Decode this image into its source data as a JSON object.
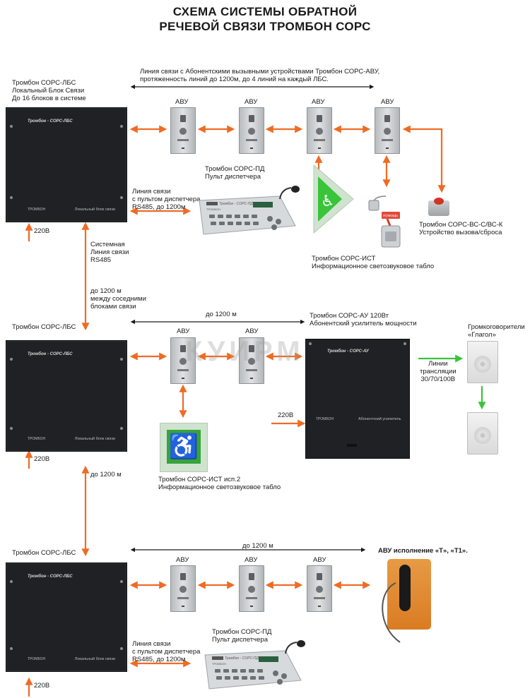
{
  "title": "СХЕМА СИСТЕМЫ  ОБРАТНОЙ\nРЕЧЕВОЙ СВЯЗИ ТРОМБОН СОРС",
  "colors": {
    "orange": "#ef6b24",
    "green": "#39c43a",
    "black": "#1a1a1a"
  },
  "watermark": "КУИРМ",
  "devices": {
    "lbs_brand": "Тромбон - СОРС-ЛБС",
    "lbs_panel_text": "Локальный блок связи",
    "lbs_logo": "ТРОМБОН",
    "avu": "АВУ",
    "amp_brand": "Тромбон - СОРС-АУ",
    "amp_panel_text": "Абонентский усилитель",
    "amp_logo": "ТРОМБОН",
    "console_brand": "Тромбон - СОРС-ПД",
    "console_logo": "ТРОМБОН",
    "badge_text": "ПОМОЩЬ"
  },
  "section1": {
    "lbs_label": "Тромбон СОРС-ЛБС\nЛокальный Блок Связи\nДо 16 блоков в системе",
    "line_label": "Линия связи с Абонентскими вызывными устройствами Тромбон СОРС-АВУ,\nпротяженность линий до 1200м, до 4 линий на каждый ЛБС.",
    "pd_label": "Тромбон СОРС-ПД\nПульт диспетчера",
    "console_line": "Линия связи\nс пультом диспетчера\nRS485, до 1200м",
    "vs_label": "Тромбон СОРС-ВС-С/ВС-К\nУстройство вызова/сброса",
    "ist_label": "Тромбон СОРС-ИСТ\nИнформационное светозвуковое табло",
    "power": "220В"
  },
  "between": {
    "system_line": "Системная\nЛиния связи\nRS485",
    "distance": "до 1200 м\nмежду соседними\nблоками связи",
    "distance2": "до 1200 м"
  },
  "section2": {
    "lbs_label": "Тромбон СОРС-ЛБС",
    "distance": "до 1200 м",
    "amp_label": "Тромбон  СОРС-АУ 120Вт\nАбонентский усилитель мощности",
    "speakers_label": "Громкоговорители\n«Глагол»",
    "broadcast": "Линии\nтрансляции\n30/70/100В",
    "amp_power": "220В",
    "ist2_label": "Тромбон СОРС-ИСТ исп.2\nИнформационное светозвуковое табло",
    "power": "220В"
  },
  "section3": {
    "lbs_label": "Тромбон СОРС-ЛБС",
    "distance": "до 1200 м",
    "avu_t_label": "АВУ исполнение «Т», «Т1».",
    "pd_label": "Тромбон СОРС-ПД\nПульт диспетчера",
    "console_line": "Линия связи\nс пультом диспетчера\nRS485, до 1200м",
    "power": "220В"
  }
}
